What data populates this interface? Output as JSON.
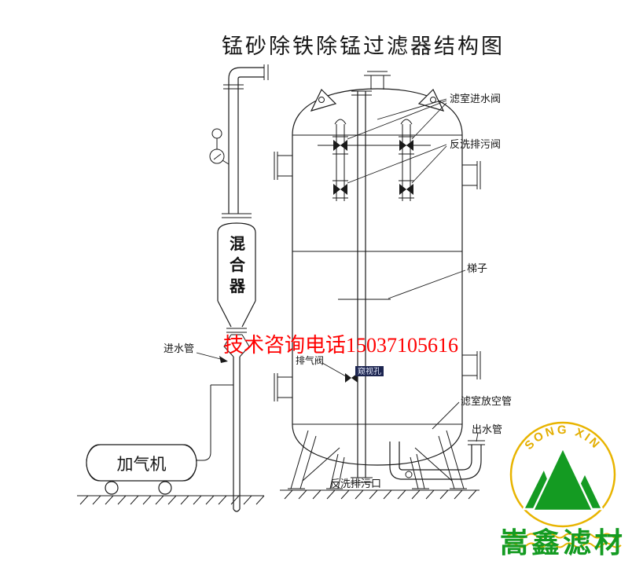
{
  "title": "锰砂除铁除锰过滤器结构图",
  "hotline": "技术咨询电话15037105616",
  "labels": {
    "inlet_valve": "滤室进水阀",
    "backwash_valve": "反洗排污阀",
    "ladder": "梯子",
    "inlet_pipe": "进水管",
    "exhaust_valve": "排气阀",
    "sight_hole": "窥视孔",
    "vent_pipe": "滤室放空管",
    "outlet_pipe": "出水管",
    "backwash_outlet": "反洗排污口",
    "mixer": "混合器",
    "aerator": "加气机"
  },
  "logo": {
    "arc_text": "SONG XIN",
    "brand": "嵩鑫滤材"
  },
  "colors": {
    "line": "#1a1a1a",
    "hotline_red": "#ff0000",
    "logo_gold": "#e8b400",
    "logo_green": "#149b22",
    "highlight_bg": "#1c2550"
  }
}
